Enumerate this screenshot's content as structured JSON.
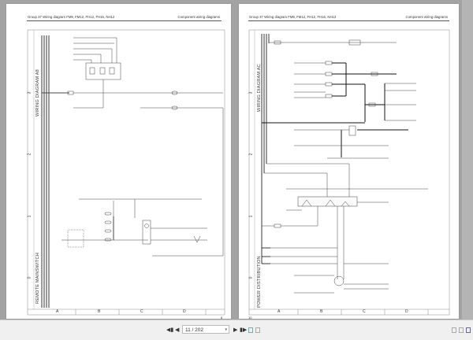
{
  "left_page": {
    "header_left": "Group 37 Wiring diagram FM9, FM12, FH12, FH16, NH12",
    "header_right": "Component wiring diagrams",
    "section_top": "WIRING DIAGRAM A8",
    "section_bottom": "REMOTE MAINSWITCH",
    "rows": [
      "3",
      "2",
      "1",
      "0"
    ],
    "columns": [
      "A",
      "B",
      "C",
      "D"
    ],
    "page_number": "8"
  },
  "right_page": {
    "header_left": "Group 37 Wiring diagram FM9, FM12, FH12, FH16, NH12",
    "header_right": "Component wiring diagrams",
    "section_top": "WIRING DIAGRAM AC",
    "section_bottom": "POWER DISTRIBUTION",
    "rows": [
      "3",
      "2",
      "1",
      "0"
    ],
    "columns": [
      "A",
      "B",
      "C",
      "D"
    ],
    "page_number": "10"
  },
  "toolbar": {
    "page_indicator": "11 / 202",
    "icons": [
      "first-page-icon",
      "prev-page-icon",
      "next-page-icon",
      "last-page-icon",
      "prev-view-icon",
      "next-view-icon",
      "single-page-icon",
      "continuous-icon",
      "two-page-icon"
    ]
  }
}
